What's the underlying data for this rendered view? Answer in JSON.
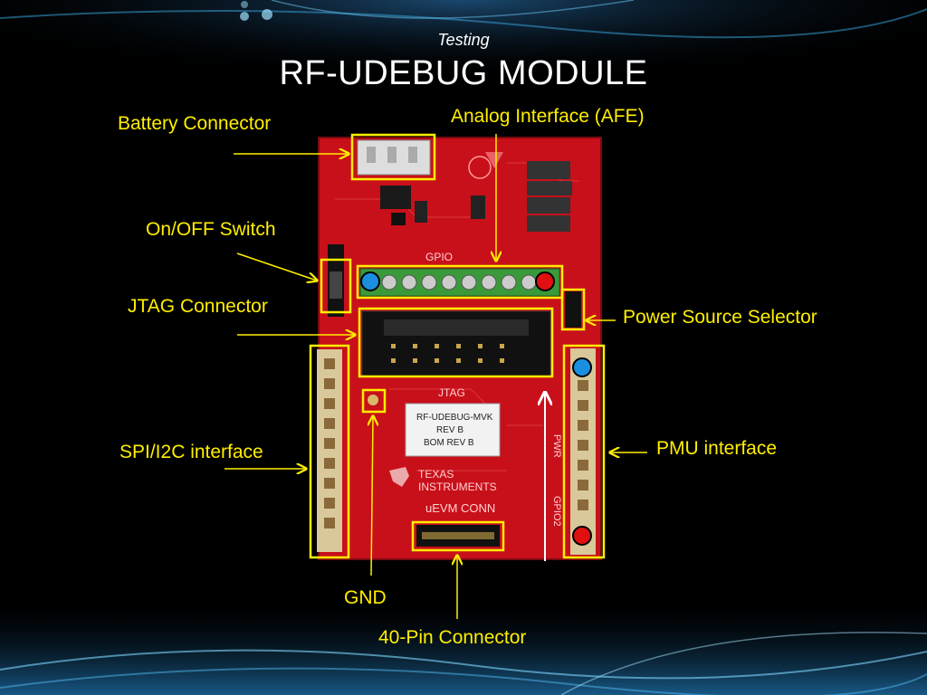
{
  "slide": {
    "subtitle": "Testing",
    "title": "RF-UDEBUG MODULE"
  },
  "labels": {
    "battery": "Battery Connector",
    "analog": "Analog Interface (AFE)",
    "onoff": "On/OFF Switch",
    "jtag": "JTAG Connector",
    "power": "Power Source Selector",
    "spi": "SPI/I2C interface",
    "pmu": "PMU interface",
    "gnd": "GND",
    "pin40": "40-Pin Connector"
  },
  "board_text": {
    "gpio": "GPIO",
    "jtag": "JTAG",
    "sticker_1": "RF-UDEBUG-MVK",
    "sticker_2": "REV B",
    "sticker_3": "BOM REV B",
    "ti_1": "TEXAS",
    "ti_2": "INSTRUMENTS",
    "conn": "uEVM CONN",
    "pwr": "PWR",
    "gpio_b": "GPIO2"
  },
  "colors": {
    "highlight": "#ffee00",
    "board": "#c8101a",
    "label": "#ffee00",
    "blue_dot": "#1a8fe0",
    "red_dot": "#e01010"
  }
}
